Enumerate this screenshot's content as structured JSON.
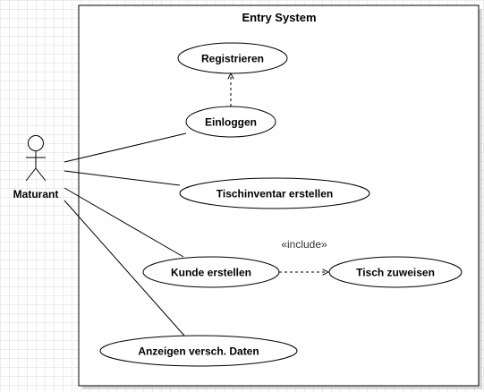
{
  "system": {
    "title": "Entry System"
  },
  "actor": {
    "name": "Maturant"
  },
  "use_cases": {
    "registrieren": "Registrieren",
    "einloggen": "Einloggen",
    "tischinventar": "Tischinventar erstellen",
    "kunde": "Kunde erstellen",
    "tisch": "Tisch zuweisen",
    "anzeigen": "Anzeigen versch. Daten"
  },
  "relationships": {
    "include_label": "«include»"
  }
}
